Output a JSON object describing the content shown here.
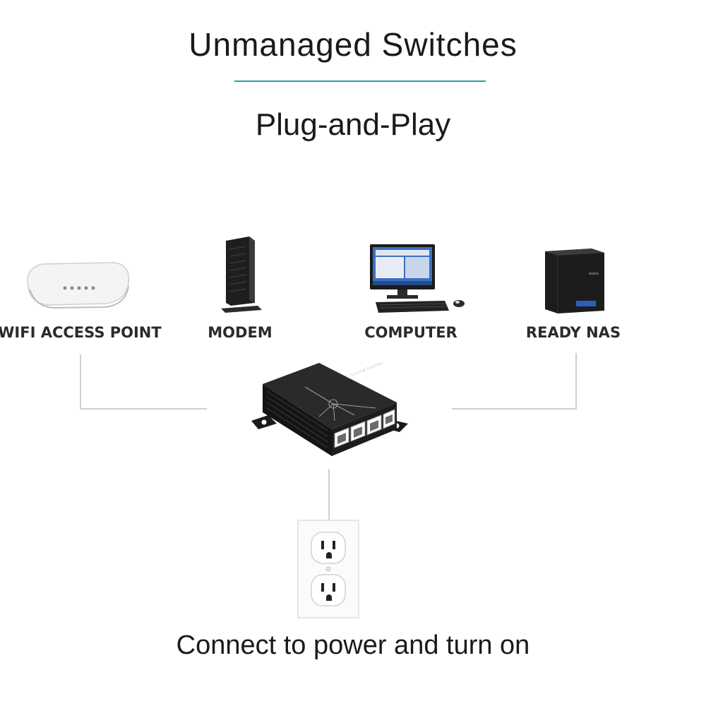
{
  "title": "Unmanaged Switches",
  "subtitle": "Plug-and-Play",
  "devices": [
    {
      "label": "WIFI ACCESS POINT",
      "icon": "wifi-access-point-icon"
    },
    {
      "label": "MODEM",
      "icon": "modem-icon"
    },
    {
      "label": "COMPUTER",
      "icon": "computer-icon"
    },
    {
      "label": "READY NAS",
      "icon": "nas-icon"
    }
  ],
  "switch": {
    "icon": "network-switch-icon",
    "printed_label": "1 To 4 PoE Extender"
  },
  "outlet": {
    "icon": "power-outlet-icon"
  },
  "footer": "Connect to power and turn on",
  "colors": {
    "accent_rule": "#2a9bb0",
    "connector_lines": "#cfcfcf",
    "device_body": "#1c1c1c"
  }
}
